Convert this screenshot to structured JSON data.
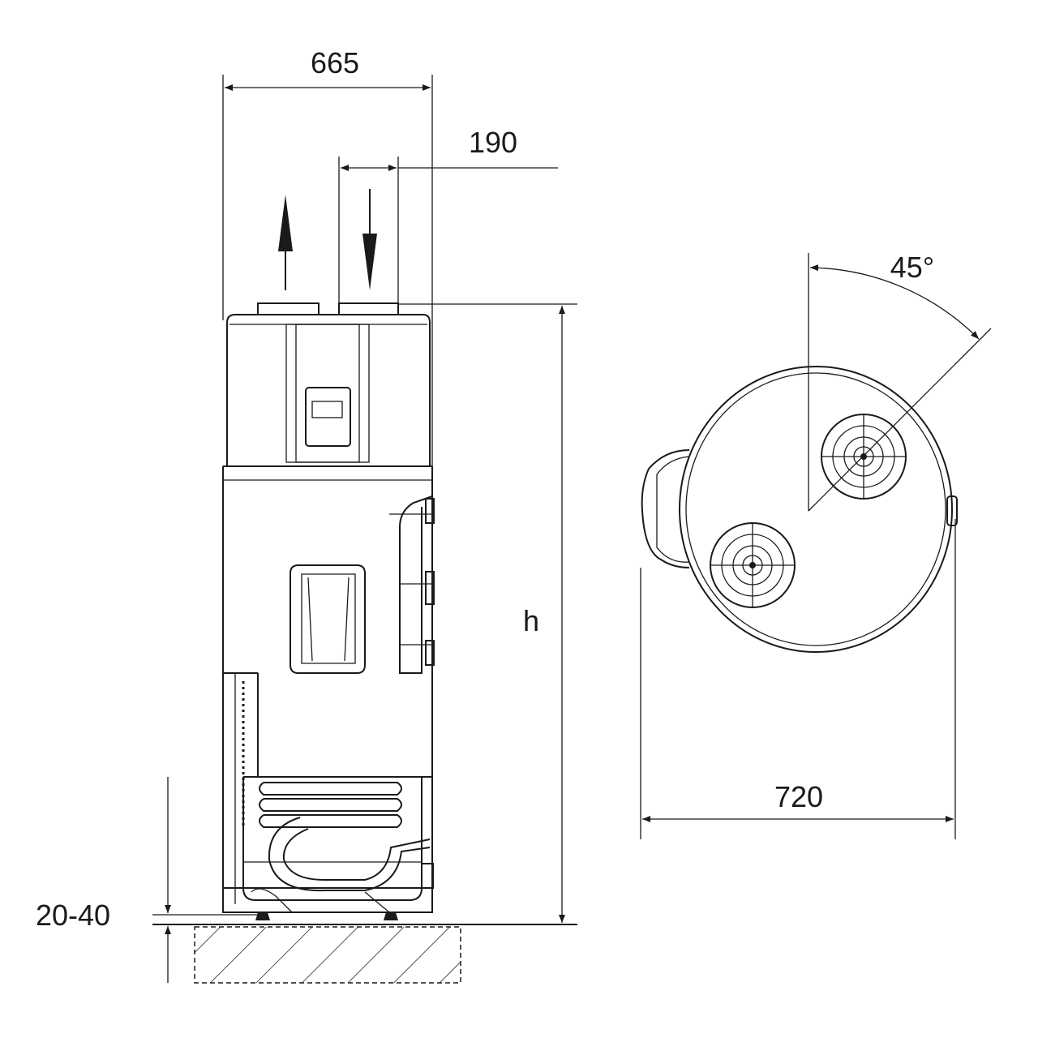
{
  "dimensions": {
    "width_front": "665",
    "duct_spacing": "190",
    "height": "h",
    "feet_adjust": "20-40",
    "diameter": "720",
    "duct_angle": "45°"
  },
  "colors": {
    "line": "#1a1a1a",
    "background": "#ffffff"
  }
}
